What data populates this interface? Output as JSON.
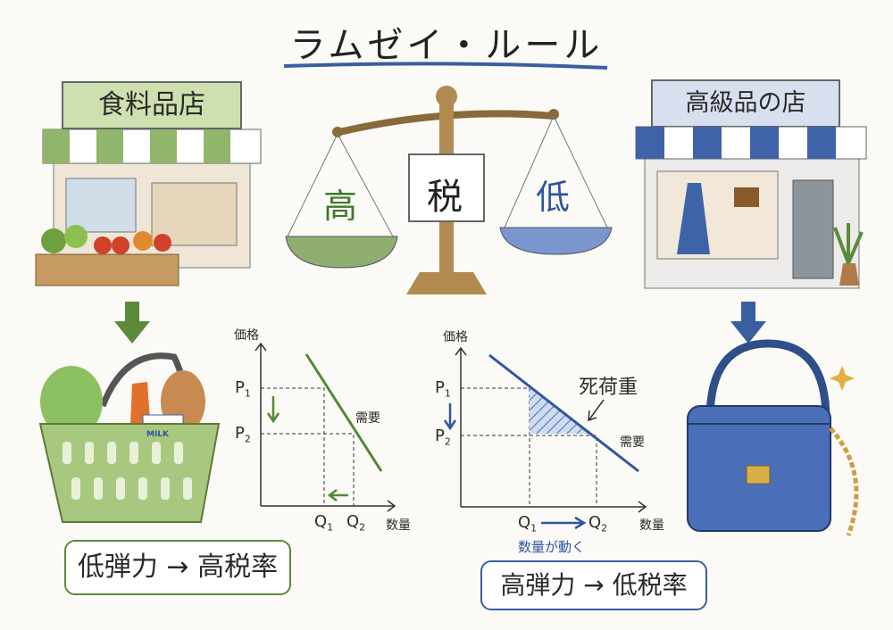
{
  "title": "ラムゼイ・ルール",
  "left_store": {
    "sign": "食料品店",
    "accent": "#5b8a3a"
  },
  "right_store": {
    "sign": "高級品の店",
    "accent": "#3a5fa0"
  },
  "scale": {
    "left_pan": "高",
    "center_sign": "税",
    "right_pan": "低"
  },
  "basket": {
    "milk_label": "MILK"
  },
  "left_chart": {
    "ylabel": "価格",
    "xlabel": "数量",
    "p1": "P",
    "p1_sub": "1",
    "p2": "P",
    "p2_sub": "2",
    "q1": "Q",
    "q1_sub": "1",
    "q2": "Q",
    "q2_sub": "2",
    "curve_label": "需要",
    "color": "#4f8a33"
  },
  "right_chart": {
    "ylabel": "価格",
    "xlabel": "数量",
    "p1": "P",
    "p1_sub": "1",
    "p2": "P",
    "p2_sub": "2",
    "q1": "Q",
    "q1_sub": "1",
    "q2": "Q",
    "q2_sub": "2",
    "curve_label": "需要",
    "deadweight_label": "死荷重",
    "caption": "数量が動く",
    "color": "#2f55a0"
  },
  "left_rule": "低弾力 → 高税率",
  "right_rule": "高弾力 → 低税率"
}
